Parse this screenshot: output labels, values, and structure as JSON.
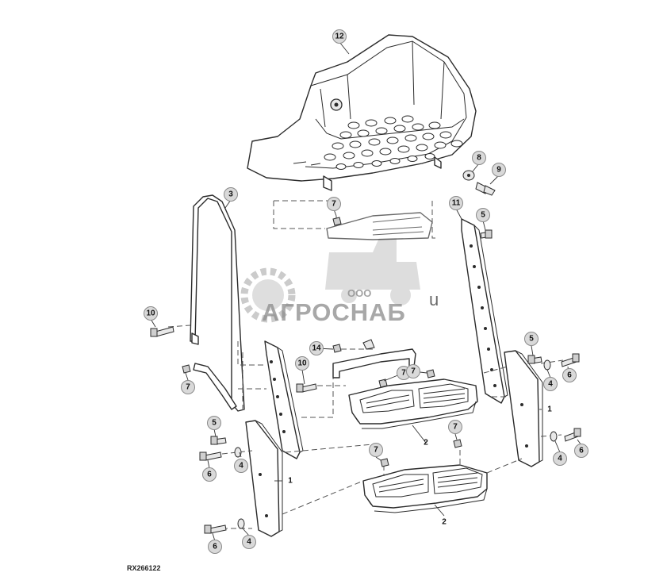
{
  "figure_id": "RX266122",
  "watermark": {
    "company_prefix": "ООО",
    "company_name": "АГРОСНАБ",
    "suffix_letter": "u"
  },
  "callouts": [
    {
      "num": "12"
    },
    {
      "num": "8"
    },
    {
      "num": "9"
    },
    {
      "num": "3"
    },
    {
      "num": "7"
    },
    {
      "num": "11"
    },
    {
      "num": "5"
    },
    {
      "num": "10"
    },
    {
      "num": "14"
    },
    {
      "num": "7"
    },
    {
      "num": "10"
    },
    {
      "num": "7"
    },
    {
      "num": "7"
    },
    {
      "num": "5"
    },
    {
      "num": "4"
    },
    {
      "num": "6"
    },
    {
      "num": "1"
    },
    {
      "num": "2"
    },
    {
      "num": "7"
    },
    {
      "num": "5"
    },
    {
      "num": "6"
    },
    {
      "num": "4"
    },
    {
      "num": "1"
    },
    {
      "num": "7"
    },
    {
      "num": "4"
    },
    {
      "num": "6"
    },
    {
      "num": "2"
    },
    {
      "num": "4"
    },
    {
      "num": "6"
    }
  ],
  "labels": [
    {
      "num": "1"
    },
    {
      "num": "1"
    },
    {
      "num": "2"
    },
    {
      "num": "2"
    }
  ]
}
